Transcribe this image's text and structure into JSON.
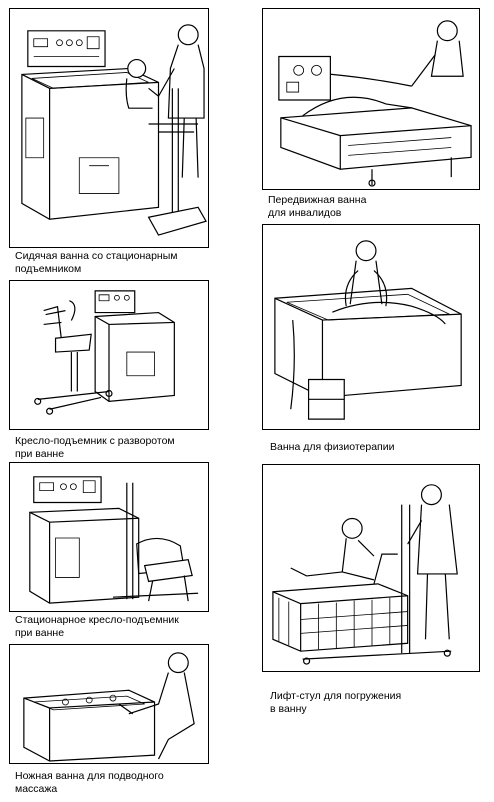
{
  "figures": [
    {
      "id": "sitting-bath",
      "caption": [
        "Сидячая ванна со стационарным",
        "подъемником"
      ]
    },
    {
      "id": "mobile-bath",
      "caption": [
        "Передвижная ванна",
        "для инвалидов"
      ]
    },
    {
      "id": "swivel-lift-chair",
      "caption": [
        "Кресло-подъемник с разворотом",
        "при ванне"
      ]
    },
    {
      "id": "physio-bath",
      "caption": [
        "Ванна для физиотерапии"
      ]
    },
    {
      "id": "fixed-lift-chair",
      "caption": [
        "Стационарное кресло-подъемник",
        "при ванне"
      ]
    },
    {
      "id": "lift-stool",
      "caption": [
        "Лифт-стул для погружения",
        "в ванну"
      ]
    },
    {
      "id": "foot-bath",
      "caption": [
        "Ножная ванна для подводного",
        "массажа"
      ]
    }
  ],
  "icons": [
    "bath-illustration",
    "person-illustration",
    "lift-illustration",
    "stretcher-illustration",
    "chair-illustration"
  ]
}
